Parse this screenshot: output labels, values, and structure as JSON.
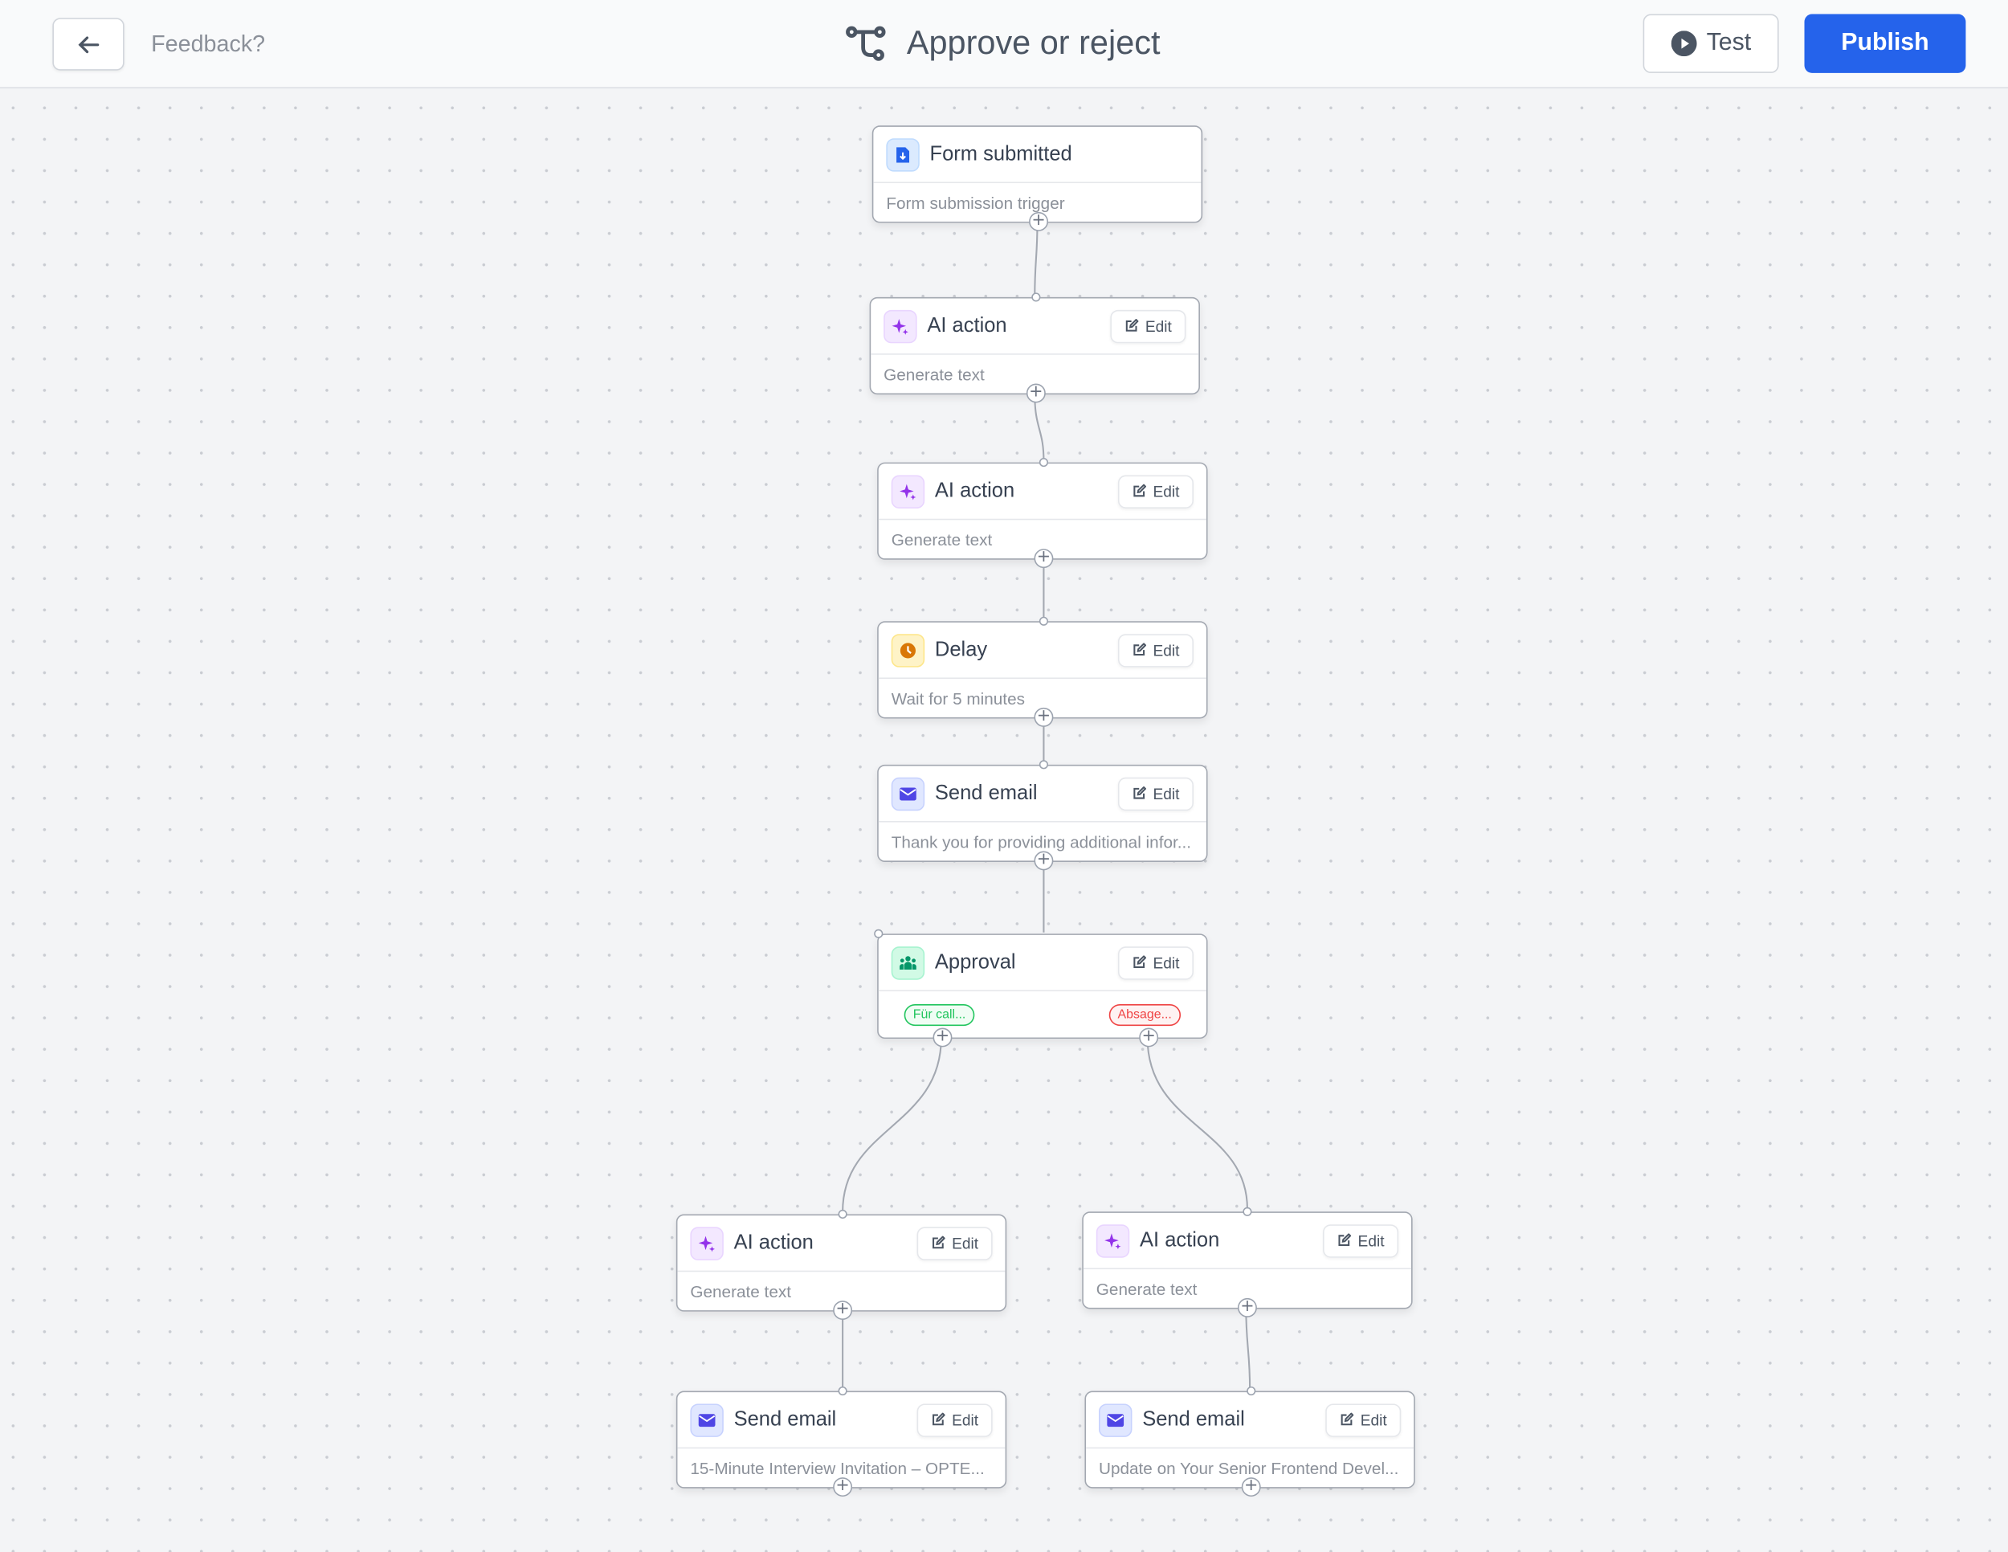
{
  "header": {
    "back_icon": "arrow-left-icon",
    "feedback": "Feedback?",
    "title_icon": "workflow-icon",
    "title": "Approve or reject",
    "test_label": "Test",
    "publish_label": "Publish",
    "publish_color": "#2563eb"
  },
  "nodes": [
    {
      "type": "trigger",
      "title": "Form submitted",
      "subtitle": "Form submission trigger",
      "icon": "form-icon",
      "color": "#2563eb"
    },
    {
      "type": "ai",
      "title": "AI action",
      "subtitle": "Generate text",
      "icon": "sparkle-icon",
      "color": "#9333ea",
      "edit": "Edit"
    },
    {
      "type": "ai",
      "title": "AI action",
      "subtitle": "Generate text",
      "icon": "sparkle-icon",
      "color": "#9333ea",
      "edit": "Edit"
    },
    {
      "type": "delay",
      "title": "Delay",
      "subtitle": "Wait for 5 minutes",
      "icon": "clock-icon",
      "color": "#d97706",
      "edit": "Edit"
    },
    {
      "type": "email",
      "title": "Send email",
      "subtitle": "Thank you for providing additional infor...",
      "icon": "mail-icon",
      "color": "#4f46e5",
      "edit": "Edit"
    },
    {
      "type": "approval",
      "title": "Approval",
      "icon": "users-icon",
      "color": "#059669",
      "edit": "Edit",
      "branches": [
        {
          "label": "Für call...",
          "color": "#22c55e"
        },
        {
          "label": "Absage...",
          "color": "#ef4444"
        }
      ]
    },
    {
      "type": "ai",
      "title": "AI action",
      "subtitle": "Generate text",
      "icon": "sparkle-icon",
      "color": "#9333ea",
      "edit": "Edit"
    },
    {
      "type": "ai",
      "title": "AI action",
      "subtitle": "Generate text",
      "icon": "sparkle-icon",
      "color": "#9333ea",
      "edit": "Edit"
    },
    {
      "type": "email",
      "title": "Send email",
      "subtitle": "15-Minute Interview Invitation – OPTE...",
      "icon": "mail-icon",
      "color": "#4f46e5",
      "edit": "Edit"
    },
    {
      "type": "email",
      "title": "Send email",
      "subtitle": "Update on Your Senior Frontend Devel...",
      "icon": "mail-icon",
      "color": "#4f46e5",
      "edit": "Edit"
    }
  ]
}
